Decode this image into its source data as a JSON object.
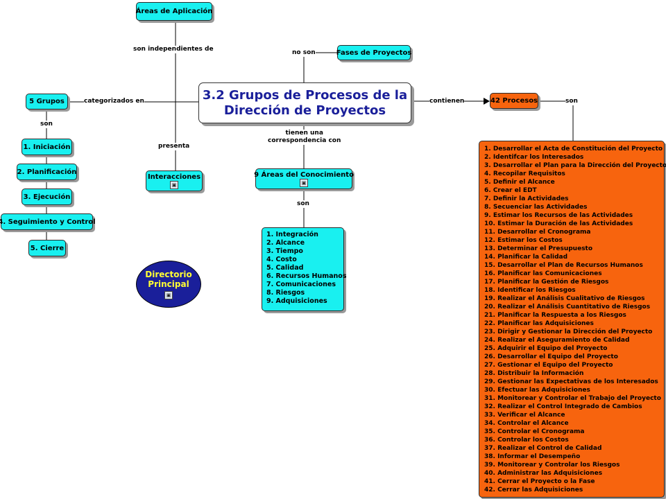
{
  "title": {
    "line1": "3.2 Grupos de Procesos de la",
    "line2": "Dirección de Proyectos"
  },
  "nodes": {
    "areas_aplicacion": "Áreas de Aplicación",
    "fases_proyectos": "Fases de Proyectos",
    "cinco_grupos": "5 Grupos",
    "cuarenta_dos": "42 Procesos",
    "interacciones": "Interacciones",
    "nueve_areas": "9 Áreas del Conocimiento",
    "iniciacion": "1. Iniciación",
    "planificacion": "2. Planificación",
    "ejecucion": "3. Ejecución",
    "seguimiento": "4. Seguimiento y Control",
    "cierre": "5. Cierre"
  },
  "labels": {
    "son_independientes": "son independientes de",
    "no_son": "no son",
    "categorizados": "categorizados en",
    "contienen": "contienen",
    "son_right": "son",
    "son_left": "son",
    "presenta": "presenta",
    "tienen_1": "tienen una",
    "tienen_2": "correspondencia con",
    "son_mid": "son"
  },
  "directorio": {
    "line1": "Directorio",
    "line2": "Principal"
  },
  "areas_list": [
    "1. Integración",
    "2. Alcance",
    "3. Tiempo",
    "4. Costo",
    "5. Calidad",
    "6. Recursos Humanos",
    "7. Comunicaciones",
    "8. Riesgos",
    "9. Adquisiciones"
  ],
  "procesos_list": [
    "1. Desarrollar el Acta de Constitución del Proyecto",
    "2. Identifcar los Interesados",
    "3. Desarrollar el Plan para la Dirección del Proyecto",
    "4. Recopilar Requisitos",
    "5. Definir el Alcance",
    "6. Crear el EDT",
    "7. Definir la Actividades",
    "8. Secuenciar las Actividades",
    "9. Estimar los Recursos de las Actividades",
    "10. Estimar la Duración de las Actividades",
    "11. Desarrollar el Cronograma",
    "12. Estimar los Costos",
    "13. Determinar el Presupuesto",
    "14. Planificar la Calidad",
    "15. Desarrollar el Plan de Recursos Humanos",
    "16. Planificar las Comunicaciones",
    "17. Planificar la Gestión de Riesgos",
    "18. Identificar los Riesgos",
    "19. Realizar el Análisis Cualitativo de Riesgos",
    "20. Realizar el Análisis Cuantitativo de Riesgos",
    "21. Planificar la Respuesta a los Riesgos",
    "22. Planificar las Adquisiciones",
    "23. Dirigir y Gestionar la Dirección del Proyecto",
    "24. Realizar el Aseguramiento de Calidad",
    "25. Adquirir el Equipo del Proyecto",
    "26. Desarrollar el Equipo del Proyecto",
    "27. Gestionar el Equipo del Proyecto",
    "28. Distribuir la Información",
    "29. Gestionar las Expectativas de los Interesados",
    "30. Efectuar las Adquisiciones",
    "31. Monitorear y Controlar el Trabajo del Proyecto",
    "32. Realizar el Control Integrado de Cambios",
    "33. Verificar el Alcance",
    "34. Controlar el Alcance",
    "35. Controlar el Cronograma",
    "36. Controlar los Costos",
    "37. Realizar el Control de Calidad",
    "38. Informar el Desempeño",
    "39. Monitorear y Controlar los Riesgos",
    "40. Administrar las Adquisiciones",
    "41. Cerrar el Proyecto o la Fase",
    "42. Cerrar las Adquisiciones"
  ],
  "colors": {
    "node": "#19f0f0",
    "procesos": "#f7640e",
    "title_text": "#1a1f9a",
    "directorio_bg": "#1a1f9a",
    "directorio_text": "#ffff33"
  }
}
